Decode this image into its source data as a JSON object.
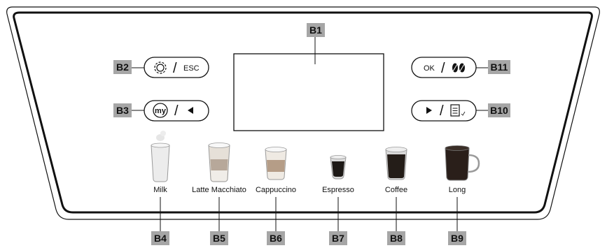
{
  "tags": {
    "b1": "B1",
    "b2": "B2",
    "b3": "B3",
    "b4": "B4",
    "b5": "B5",
    "b6": "B6",
    "b7": "B7",
    "b8": "B8",
    "b9": "B9",
    "b10": "B10",
    "b11": "B11"
  },
  "buttons": {
    "settings_esc": {
      "label": "ESC",
      "icon": "gear-icon"
    },
    "my_back": {
      "label": "my",
      "icon": "left-arrow-icon"
    },
    "ok_beans": {
      "label": "OK",
      "icon": "coffee-beans-icon"
    },
    "play_list": {
      "icon": "right-arrow-icon",
      "icon2": "list-icon"
    }
  },
  "drinks": [
    {
      "label": "Milk",
      "tag": "B4"
    },
    {
      "label": "Latte Macchiato",
      "tag": "B5"
    },
    {
      "label": "Cappuccino",
      "tag": "B6"
    },
    {
      "label": "Espresso",
      "tag": "B7"
    },
    {
      "label": "Coffee",
      "tag": "B8"
    },
    {
      "label": "Long",
      "tag": "B9"
    }
  ],
  "colors": {
    "tag_fill": "#a6a6a6",
    "outline": "#111111"
  }
}
